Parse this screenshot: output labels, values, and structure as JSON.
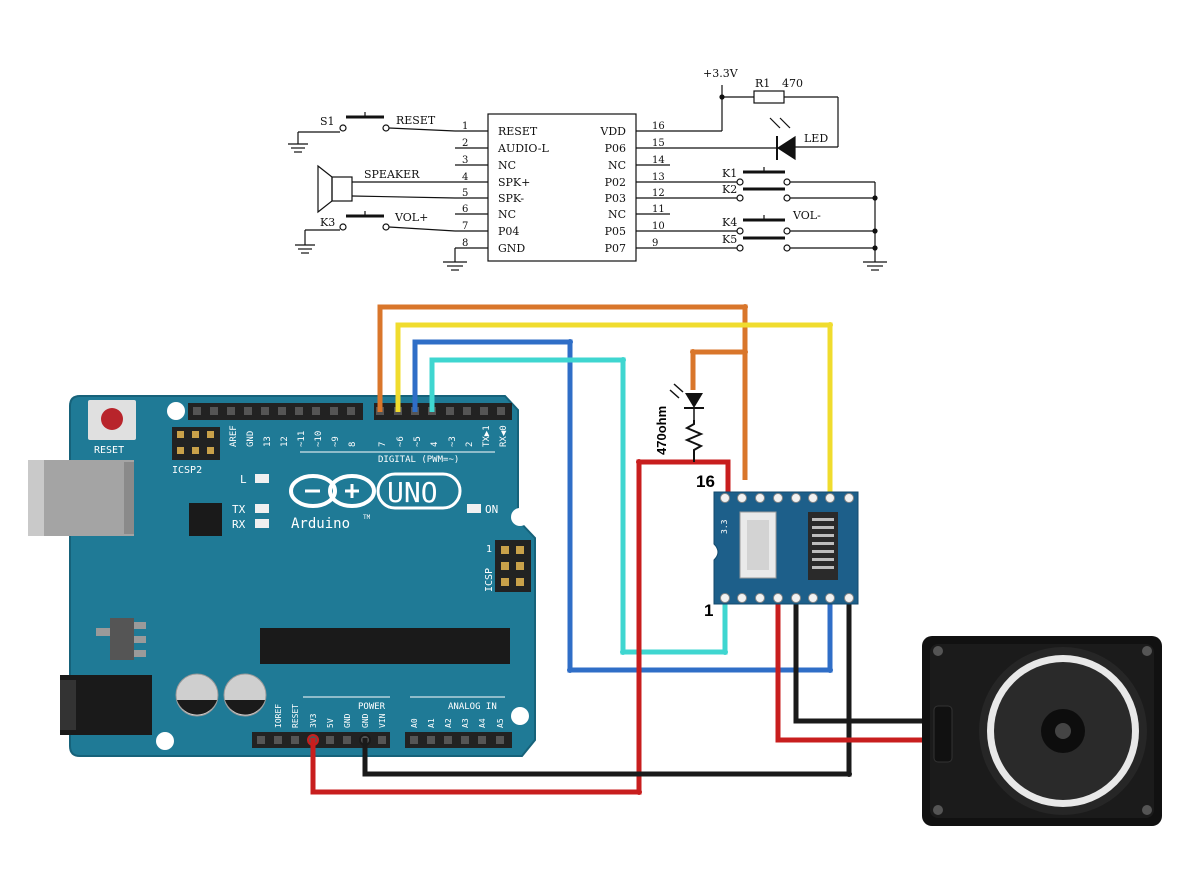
{
  "schematic": {
    "power_label": "+3.3V",
    "resistor_name": "R1",
    "resistor_value": "470",
    "led_label": "LED",
    "speaker_label": "SPEAKER",
    "s1_label": "S1",
    "reset_label": "RESET",
    "k3_label": "K3",
    "volplus_label": "VOL+",
    "volminus_label": "VOL-",
    "k1": "K1",
    "k2": "K2",
    "k4": "K4",
    "k5": "K5",
    "left_pins": [
      {
        "num": "1",
        "name": "RESET"
      },
      {
        "num": "2",
        "name": "AUDIO-L"
      },
      {
        "num": "3",
        "name": "NC"
      },
      {
        "num": "4",
        "name": "SPK+"
      },
      {
        "num": "5",
        "name": "SPK-"
      },
      {
        "num": "6",
        "name": "NC"
      },
      {
        "num": "7",
        "name": "P04"
      },
      {
        "num": "8",
        "name": "GND"
      }
    ],
    "right_pins": [
      {
        "num": "16",
        "name": "VDD"
      },
      {
        "num": "15",
        "name": "P06"
      },
      {
        "num": "14",
        "name": "NC"
      },
      {
        "num": "13",
        "name": "P02"
      },
      {
        "num": "12",
        "name": "P03"
      },
      {
        "num": "11",
        "name": "NC"
      },
      {
        "num": "10",
        "name": "P05"
      },
      {
        "num": "9",
        "name": "P07"
      }
    ]
  },
  "arduino": {
    "reset_button": "RESET",
    "icsp2": "ICSP2",
    "icsp": "ICSP",
    "icsp_pin1": "1",
    "digital_header": [
      "AREF",
      "GND",
      "13",
      "12",
      "~11",
      "~10",
      "~9",
      "8",
      "7",
      "~6",
      "~5",
      "4",
      "~3",
      "2",
      "TX▶1",
      "RX◀0"
    ],
    "digital_label": "DIGITAL (PWM=~)",
    "led_l": "L",
    "led_tx": "TX",
    "led_rx": "RX",
    "led_on": "ON",
    "brand": "Arduino",
    "tm": "TM",
    "model": "UNO",
    "power_label": "POWER",
    "analog_label": "ANALOG IN",
    "power_pins": [
      "IOREF",
      "RESET",
      "3V3",
      "5V",
      "GND",
      "GND",
      "VIN"
    ],
    "analog_pins": [
      "A0",
      "A1",
      "A2",
      "A3",
      "A4",
      "A5"
    ]
  },
  "breadboard": {
    "resistor_label": "470ohm",
    "module_pin16": "16",
    "module_pin1": "1",
    "module_silk": "3.3"
  },
  "colors": {
    "board": "#1f7a96",
    "wire_orange": "#d9762b",
    "wire_yellow": "#f0dc2e",
    "wire_blue": "#2f6ec7",
    "wire_cyan": "#3fd6d0",
    "wire_red": "#c81e1e",
    "wire_black": "#1a1a1a",
    "module": "#1d5f8a"
  }
}
